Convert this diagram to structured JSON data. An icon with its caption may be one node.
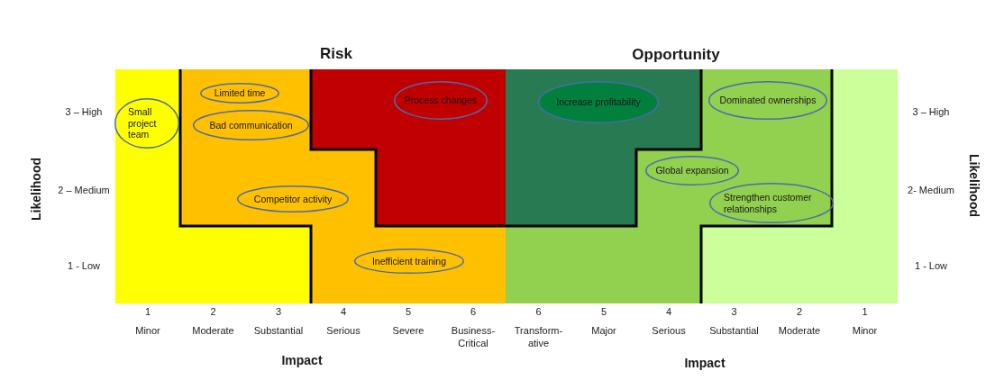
{
  "diagram": {
    "nodes": [
      {
        "text": [
          "Small project team"
        ]
      },
      {
        "text": [
          "Limited time"
        ]
      },
      {
        "text": [
          "Bad communication"
        ]
      },
      {
        "text": [
          "Competitor activity"
        ]
      },
      {
        "text": [
          "Process changes"
        ]
      },
      {
        "text": [
          "Inefficient training"
        ]
      },
      {
        "text": [
          "Increase profitability"
        ]
      },
      {
        "text": [
          "Dominated ownerships"
        ]
      },
      {
        "text": [
          "Global expansion"
        ]
      },
      {
        "text": [
          "Strengthen customer relationships"
        ]
      }
    ],
    "labels": [
      "Risk",
      "Opportunity",
      "3 – High",
      "3 – High",
      "Likelihood",
      "2 – Medium",
      "2- Medium",
      "Likelihood",
      "1 - Low",
      "1 - Low",
      "1",
      "2",
      "3",
      "4",
      "5",
      "6",
      "6",
      "5",
      "4",
      "3",
      "2",
      "1",
      "Minor",
      "Moderate",
      "Substantial",
      "Serious",
      "Severe",
      "Business- Critical",
      "Transform- ative",
      "Major",
      "Serious",
      "Substantial",
      "Moderate",
      "Minor",
      "Impact",
      "Impact"
    ]
  }
}
